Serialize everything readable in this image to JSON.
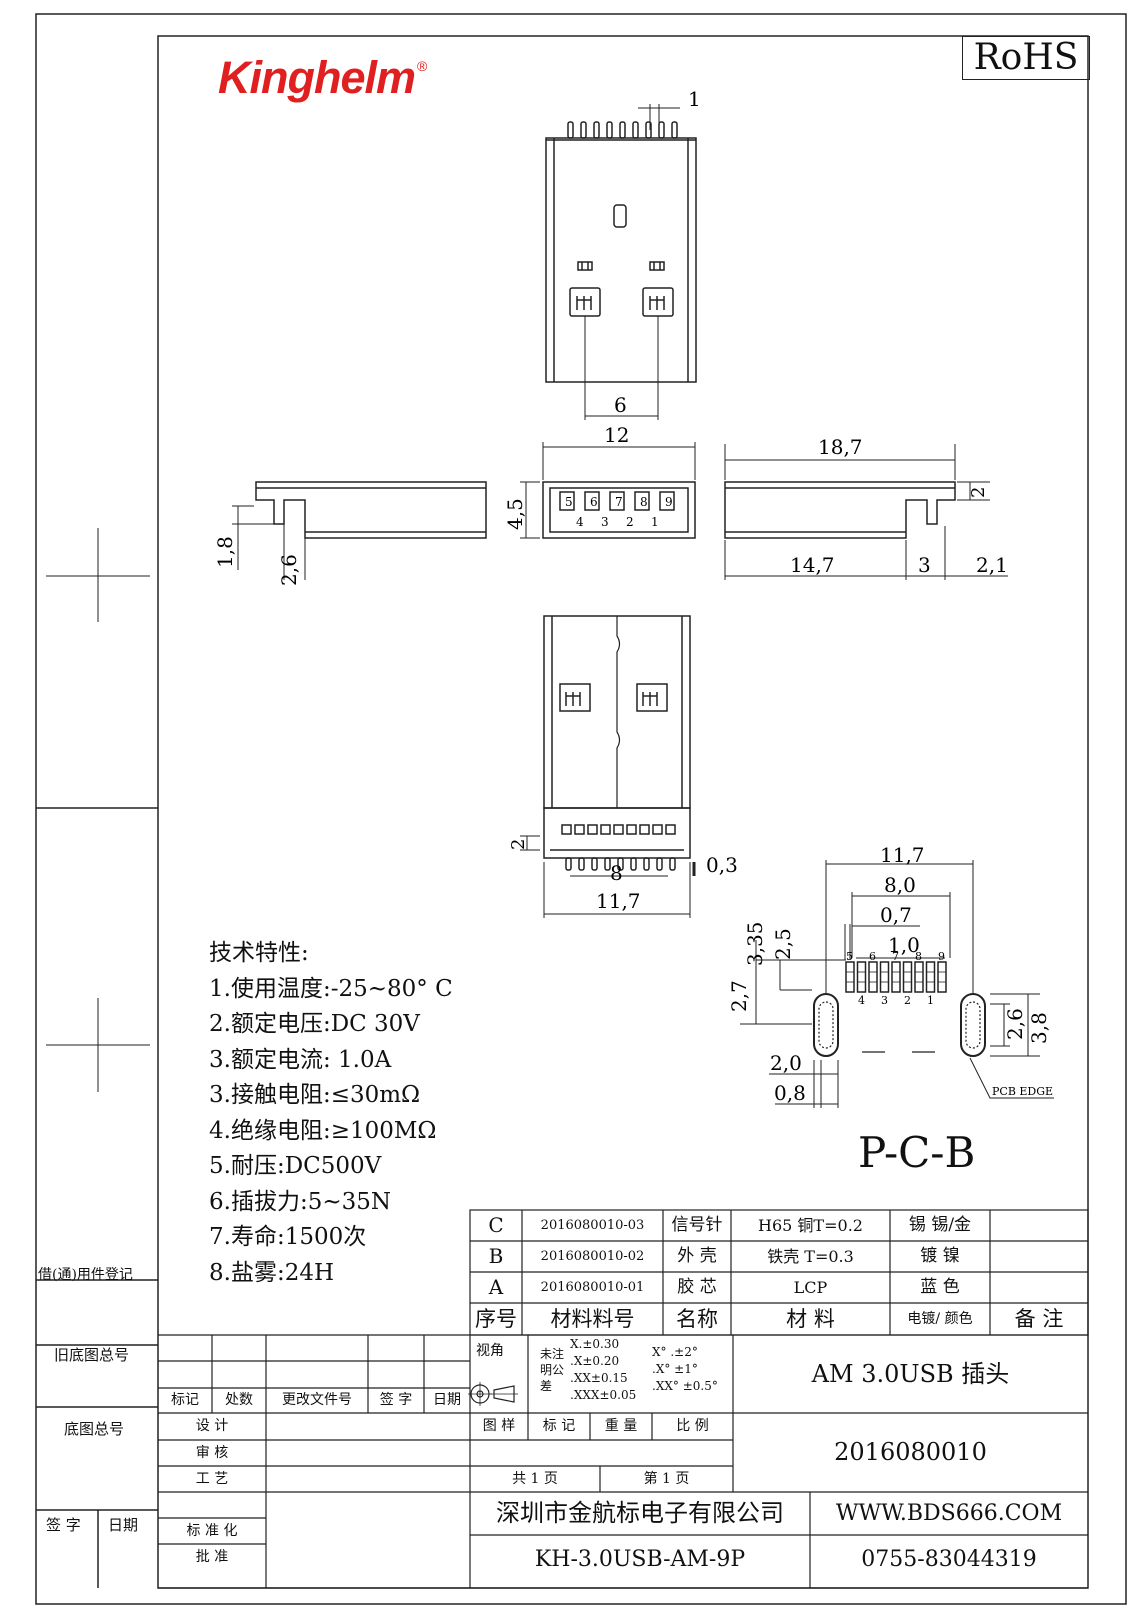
{
  "brand": {
    "logo_text": "Kinghelm",
    "logo_mark": "®",
    "rohs": "RoHS",
    "brand_color": "#e02020"
  },
  "top_view": {
    "pitch": "1",
    "pin_spacing": "6"
  },
  "front_view": {
    "width": "12",
    "height": "4,5",
    "pin_numbers_top": [
      "5",
      "6",
      "7",
      "8",
      "9"
    ],
    "pin_numbers_bottom": [
      "4",
      "3",
      "2",
      "1"
    ]
  },
  "left_view": {
    "dim_a": "1,8",
    "dim_b": "2,6"
  },
  "right_view": {
    "length": "18,7",
    "dim_a": "14,7",
    "dim_b": "3",
    "dim_c": "2,1",
    "dim_d": "2"
  },
  "bottom_view": {
    "dim_a": "2",
    "dim_b": "0,3",
    "dim_c": "8",
    "dim_d": "11,7"
  },
  "pcb": {
    "title": "P-C-B",
    "dims": {
      "w_total": "11,7",
      "w_pins": "8,0",
      "pitch_a": "0,7",
      "pitch_b": "1,0",
      "h_a": "3,35",
      "h_b": "2,5",
      "h_c": "2,7",
      "slot_h": "2,6",
      "slot_h2": "3,8",
      "slot_w": "2,0",
      "slot_w2": "0,8"
    },
    "pins_top": [
      "5",
      "6",
      "7",
      "8",
      "9"
    ],
    "pins_bottom": [
      "4",
      "3",
      "2",
      "1"
    ],
    "edge_label": "PCB EDGE"
  },
  "specs": {
    "title": "技术特性:",
    "items": [
      "1.使用温度:-25~80° C",
      "2.额定电压:DC 30V",
      "3.额定电流:  1.0A",
      "3.接触电阻:≤30mΩ",
      "4.绝缘电阻:≥100MΩ",
      "5.耐压:DC500V",
      "6.插拔力:5~35N",
      "7.寿命:1500次",
      "8.盐雾:24H"
    ]
  },
  "sidebar": {
    "borrow": "借(通)用件登记",
    "old_no": "旧底图总号",
    "base_no": "底图总号",
    "sign": "签 字",
    "date": "日期"
  },
  "bom": {
    "rows": [
      {
        "seq": "C",
        "part": "2016080010-03",
        "name": "信号针",
        "material": "H65 铜T=0.2",
        "finish": "锡  锡/金",
        "note": ""
      },
      {
        "seq": "B",
        "part": "2016080010-02",
        "name": "外  壳",
        "material": "铁壳 T=0.3",
        "finish": "镀  镍",
        "note": ""
      },
      {
        "seq": "A",
        "part": "2016080010-01",
        "name": "胶  芯",
        "material": "LCP",
        "finish": "蓝  色",
        "note": ""
      }
    ],
    "header": {
      "seq": "序号",
      "part": "材料料号",
      "name": "名称",
      "material": "材  料",
      "finish": "电镀/ 颜色",
      "note": "备  注"
    }
  },
  "titleblock": {
    "view": "视角",
    "tol_label": [
      "未注",
      "明公",
      "差"
    ],
    "tol_lin": [
      "X.±0.30",
      ".X±0.20",
      ".XX±0.15",
      ".XXX±0.05"
    ],
    "tol_ang": [
      "X° .±2°",
      ".X° ±1°",
      ".XX° ±0.5°"
    ],
    "product": "AM 3.0USB 插头",
    "rev_cols": [
      "标记",
      "处数",
      "更改文件号",
      "签 字",
      "日期"
    ],
    "design": "设    计",
    "review": "审    核",
    "process": "工    艺",
    "standard": "标 准 化",
    "approve": "批    准",
    "drawing": "图  样",
    "mark": "标  记",
    "weight": "重  量",
    "scale": "比  例",
    "total": "共  1  页",
    "page": "第  1  页",
    "drawing_no": "2016080010",
    "company": "深圳市金航标电子有限公司",
    "website": "WWW.BDS666.COM",
    "model": "KH-3.0USB-AM-9P",
    "phone": "0755-83044319"
  }
}
